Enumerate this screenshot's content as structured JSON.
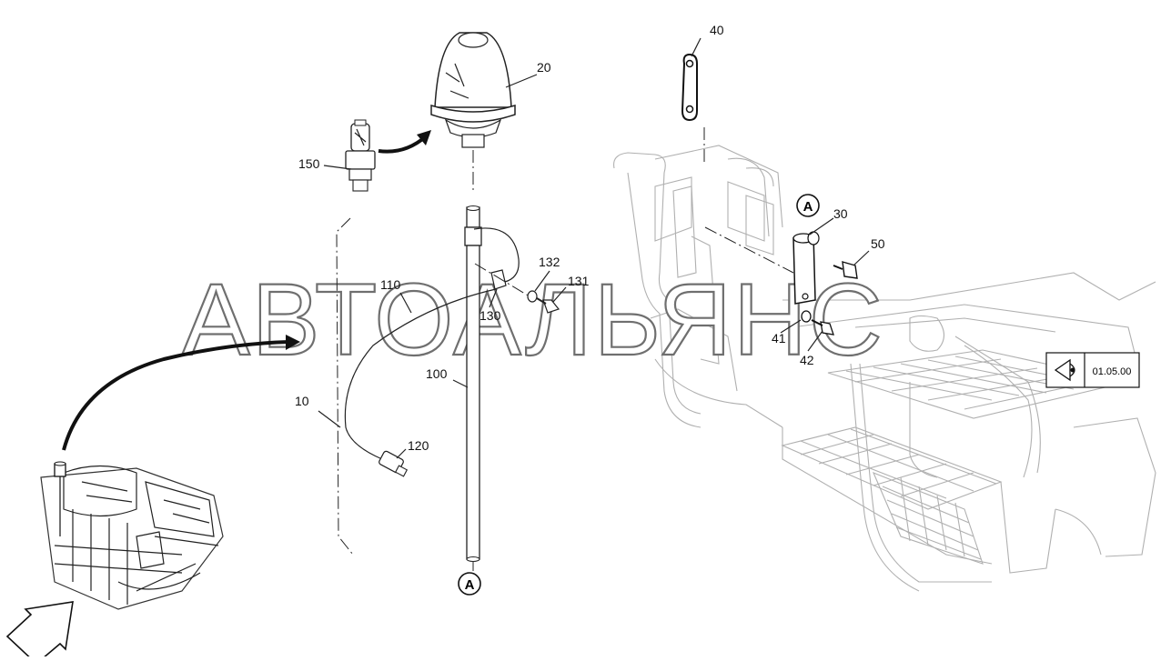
{
  "watermark": "АВТОАЛЬЯНС",
  "view_reference": {
    "label": "01.05.00",
    "icon": "eye-icon"
  },
  "callouts": {
    "c10": "10",
    "c20": "20",
    "c30": "30",
    "c40": "40",
    "c41": "41",
    "c42": "42",
    "c50": "50",
    "c100": "100",
    "c110": "110",
    "c120": "120",
    "c130": "130",
    "c131": "131",
    "c132": "132",
    "c150": "150"
  },
  "connection_markers": {
    "top": "A",
    "bottom": "A"
  }
}
